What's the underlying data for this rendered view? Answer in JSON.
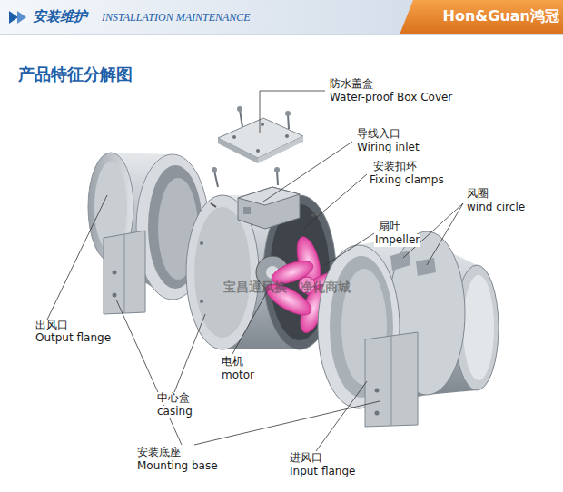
{
  "diagram": {
    "title": "产品特征分解图",
    "labels": [
      "安装维护",
      "INSTALLATION MAINTENANCE",
      "Hon&Guan鸿冠",
      "防水盖盒",
      "Water-proof  Box Cover",
      "导线入口",
      "Wiring inlet",
      "安装扣环",
      "Fixing clamps",
      "风圈",
      "wind circle",
      "扇叶",
      "Impeller",
      "出风口",
      "Output flange",
      "电机",
      "motor",
      "中心盒",
      "casing",
      "安装底座",
      "Mounting base",
      "进风口",
      "Input flange",
      "宝昌通风换气净化商城"
    ]
  }
}
